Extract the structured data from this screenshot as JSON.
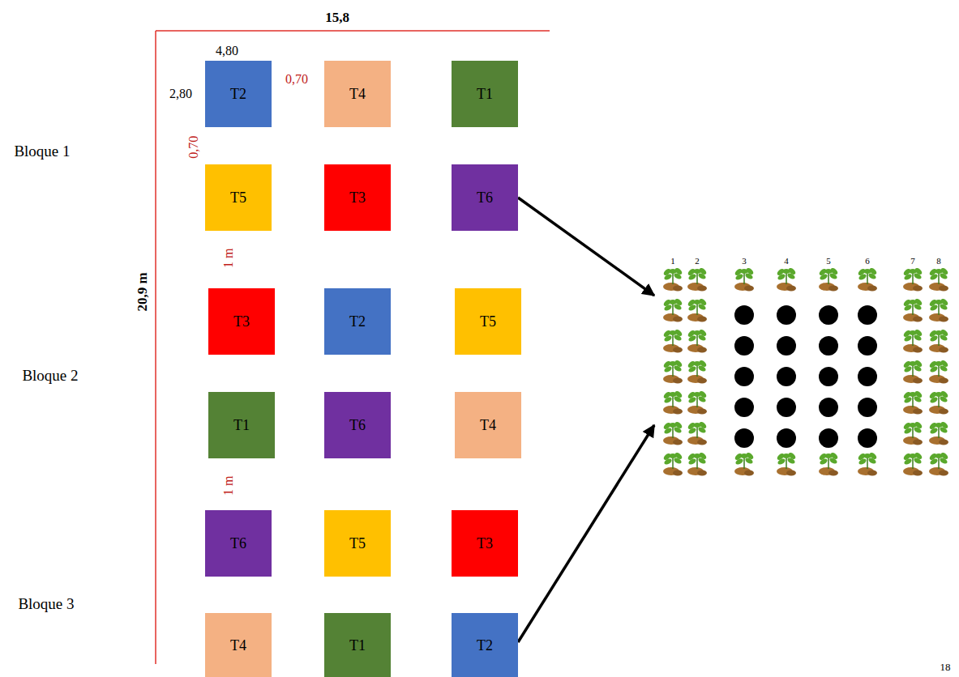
{
  "diagram": {
    "nodes": [
      {
        "text": [
          "T2"
        ]
      },
      {
        "text": [
          "T4"
        ]
      },
      {
        "text": [
          "T1"
        ]
      },
      {
        "text": [
          "T5"
        ]
      },
      {
        "text": [
          "T3"
        ]
      },
      {
        "text": [
          "T6"
        ]
      },
      {
        "text": [
          "T3"
        ]
      },
      {
        "text": [
          "T2"
        ]
      },
      {
        "text": [
          "T5"
        ]
      },
      {
        "text": [
          "T1"
        ]
      },
      {
        "text": [
          "T6"
        ]
      },
      {
        "text": [
          "T4"
        ]
      },
      {
        "text": [
          "T6"
        ]
      },
      {
        "text": [
          "T5"
        ]
      },
      {
        "text": [
          "T3"
        ]
      },
      {
        "text": [
          "T4"
        ]
      },
      {
        "text": [
          "T1"
        ]
      },
      {
        "text": [
          "T2"
        ]
      },
      {
        "text": [
          "1",
          "2",
          "3",
          "4",
          "5",
          "6",
          "7",
          "8"
        ]
      }
    ],
    "edges": [
      {
        "from": 5,
        "to": 18,
        "arrow": "to"
      },
      {
        "from": 17,
        "to": 18,
        "arrow": "to"
      }
    ],
    "labels": [
      "15,8",
      "20,9 m",
      "4,80",
      "2,80",
      "0,70",
      "0,70",
      "1 m",
      "1 m",
      "Bloque 1",
      "Bloque 2",
      "Bloque 3",
      "18"
    ]
  }
}
